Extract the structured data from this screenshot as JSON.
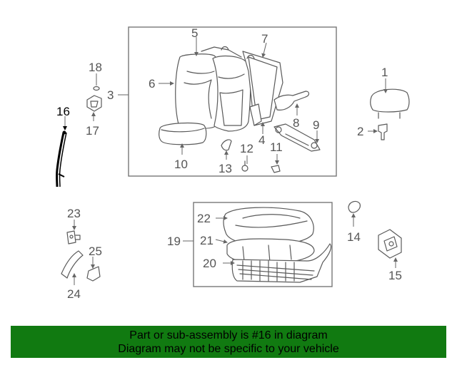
{
  "diagram": {
    "highlighted_part": "16",
    "highlight_color": "#000000",
    "label_color": "#555555",
    "callouts": [
      "1",
      "2",
      "3",
      "4",
      "5",
      "6",
      "7",
      "8",
      "9",
      "10",
      "11",
      "12",
      "13",
      "14",
      "15",
      "16",
      "17",
      "18",
      "19",
      "20",
      "21",
      "22",
      "23",
      "24",
      "25"
    ]
  },
  "banner": {
    "line1": "Part or sub-assembly is #16 in diagram",
    "line2": "Diagram may not be specific to your vehicle",
    "background": "#117a11"
  }
}
